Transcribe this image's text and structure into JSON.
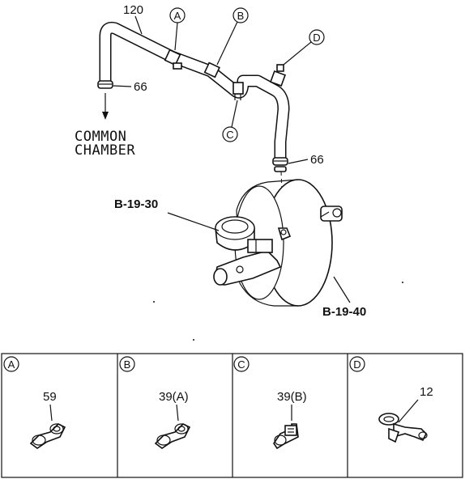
{
  "main_diagram": {
    "hose_part_number": "120",
    "clamp_part_number_left": "66",
    "clamp_part_number_right": "66",
    "common_chamber_line1": "COMMON",
    "common_chamber_line2": "CHAMBER",
    "master_cylinder_ref": "B-19-30",
    "booster_ref": "B-19-40",
    "callouts": [
      "A",
      "B",
      "C",
      "D"
    ]
  },
  "detail_panels": [
    {
      "letter": "A",
      "part": "59"
    },
    {
      "letter": "B",
      "part": "39(A)"
    },
    {
      "letter": "C",
      "part": "39(B)"
    },
    {
      "letter": "D",
      "part": "12"
    }
  ]
}
